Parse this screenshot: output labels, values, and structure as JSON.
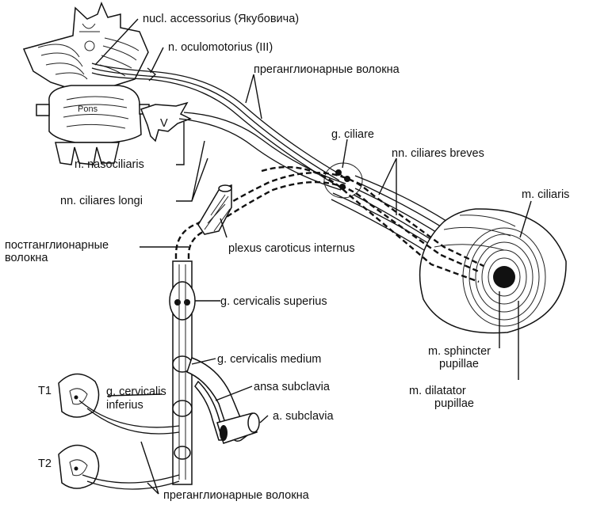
{
  "labels": {
    "nucl_accessorius": "nucl. accessorius (Якубовича)",
    "oculomotorius": "n. oculomotorius (III)",
    "preganglionic_top": "преганглионарные волокна",
    "pons": "Pons",
    "trigeminal": "V",
    "ciliare": "g. ciliare",
    "ciliares_breves": "nn. ciliares breves",
    "ciliaris": "m. ciliaris",
    "nasociliaris": "n. nasociliaris",
    "ciliares_longi": "nn. ciliares longi",
    "postganglionic_1": "постганглионарные",
    "postganglionic_2": "волокна",
    "plexus": "plexus caroticus internus",
    "cerv_sup": "g. cervicalis superius",
    "cerv_med": "g. cervicalis medium",
    "cerv_inf_1": "g. cervicalis",
    "cerv_inf_2": "inferius",
    "ansa": "ansa subclavia",
    "subclavia": "a. subclavia",
    "sphincter_1": "m. sphincter",
    "sphincter_2": "pupillae",
    "dilatator_1": "m. dilatator",
    "dilatator_2": "pupillae",
    "t1": "T1",
    "t2": "T2",
    "preganglionic_bottom": "преганглионарные волокна"
  }
}
